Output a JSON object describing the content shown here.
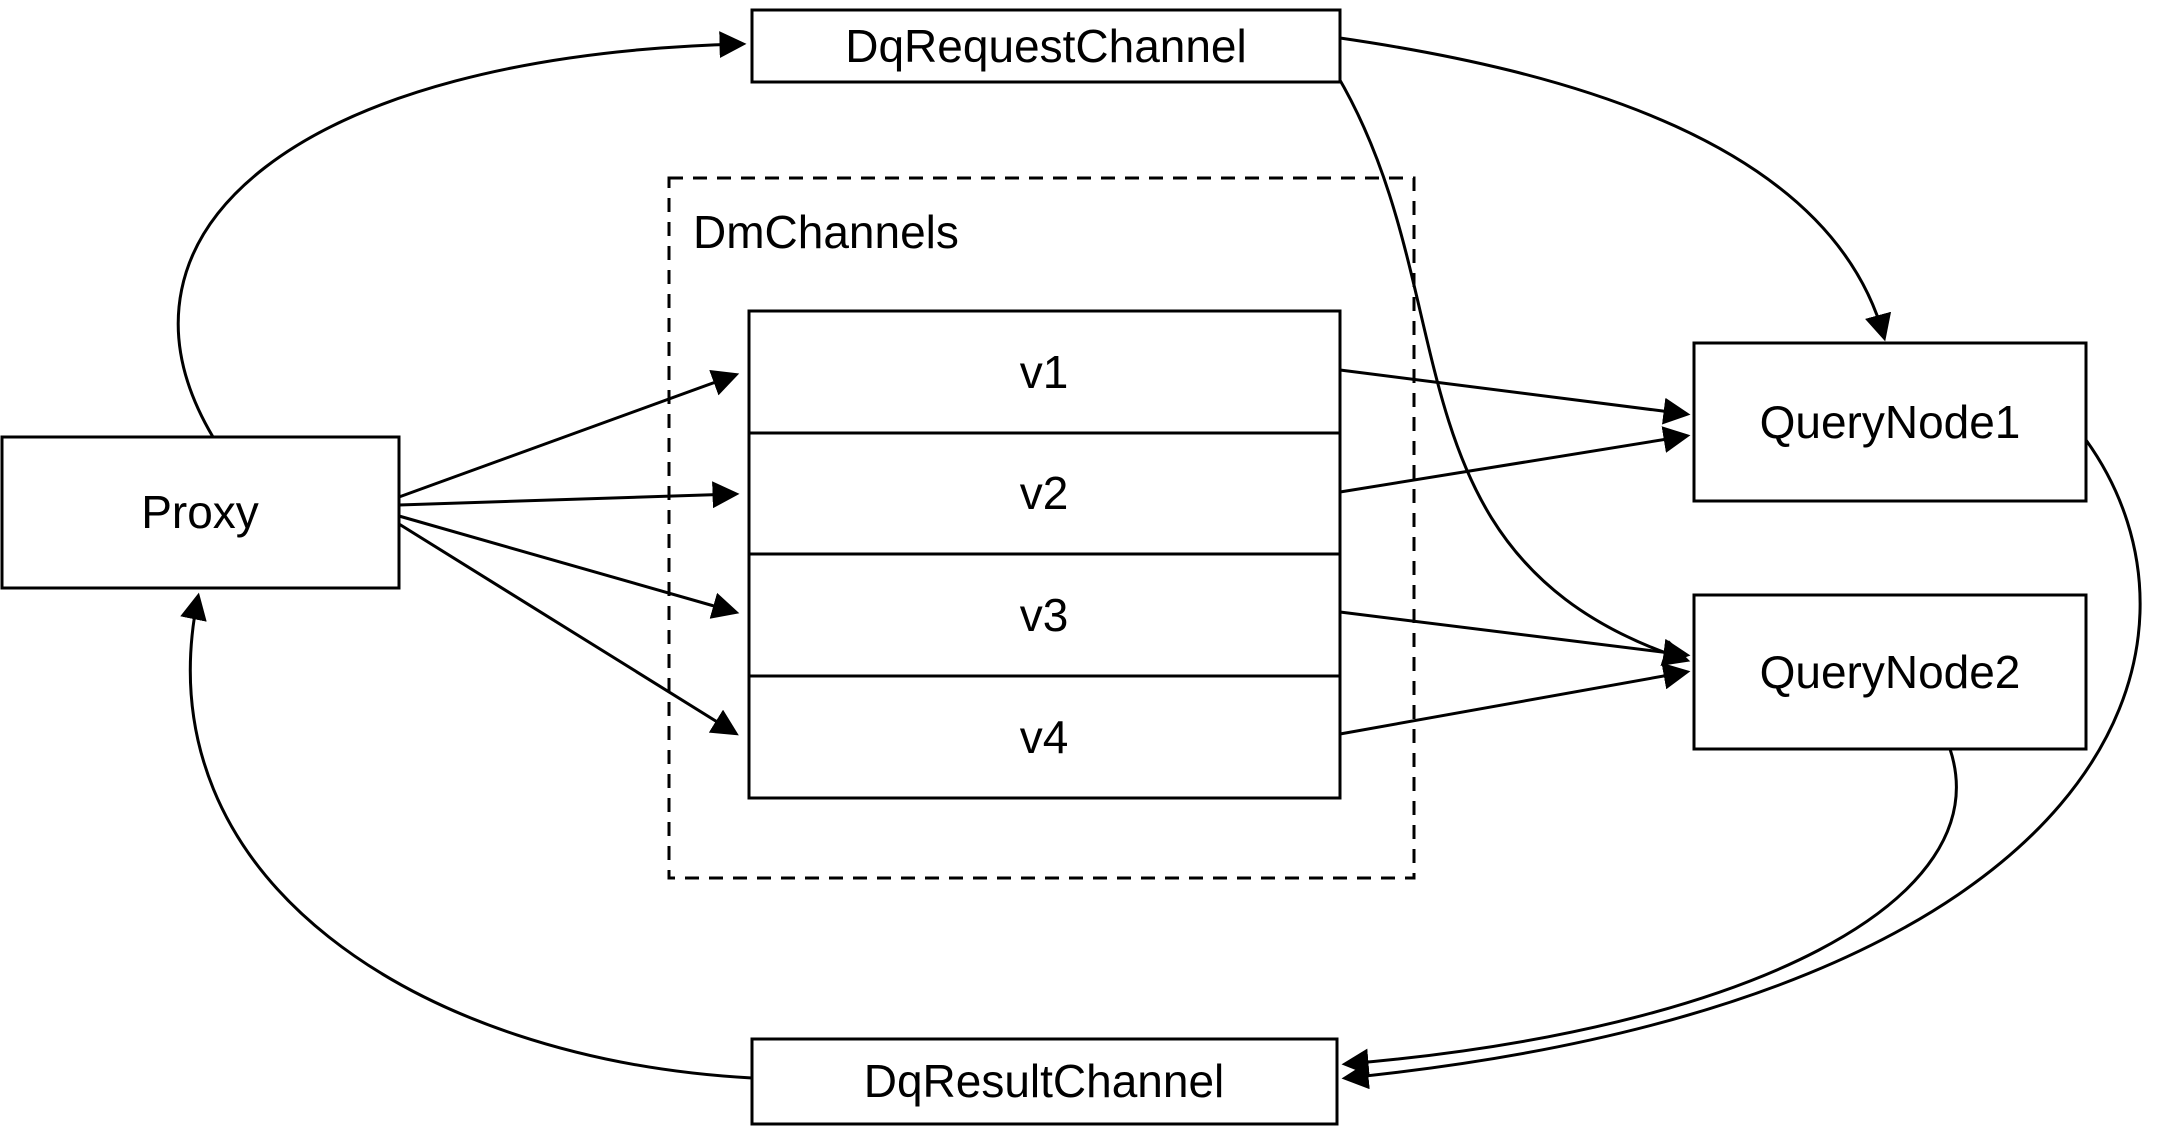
{
  "diagram": {
    "nodes": {
      "proxy": {
        "label": "Proxy"
      },
      "dq_request_channel": {
        "label": "DqRequestChannel"
      },
      "dm_channels_group": {
        "label": "DmChannels"
      },
      "channels": [
        {
          "label": "v1"
        },
        {
          "label": "v2"
        },
        {
          "label": "v3"
        },
        {
          "label": "v4"
        }
      ],
      "query_node_1": {
        "label": "QueryNode1"
      },
      "query_node_2": {
        "label": "QueryNode2"
      },
      "dq_result_channel": {
        "label": "DqResultChannel"
      }
    },
    "edges": [
      {
        "from": "Proxy",
        "to": "DqRequestChannel"
      },
      {
        "from": "DqRequestChannel",
        "to": "QueryNode1"
      },
      {
        "from": "DqRequestChannel",
        "to": "QueryNode2"
      },
      {
        "from": "Proxy",
        "to": "v1"
      },
      {
        "from": "Proxy",
        "to": "v2"
      },
      {
        "from": "Proxy",
        "to": "v3"
      },
      {
        "from": "Proxy",
        "to": "v4"
      },
      {
        "from": "v1",
        "to": "QueryNode1"
      },
      {
        "from": "v2",
        "to": "QueryNode1"
      },
      {
        "from": "v3",
        "to": "QueryNode2"
      },
      {
        "from": "v4",
        "to": "QueryNode2"
      },
      {
        "from": "QueryNode1",
        "to": "DqResultChannel"
      },
      {
        "from": "QueryNode2",
        "to": "DqResultChannel"
      },
      {
        "from": "DqResultChannel",
        "to": "Proxy"
      }
    ],
    "colors": {
      "stroke": "#000000",
      "node_fill": "#ffffff",
      "background": "#ffffff"
    }
  }
}
